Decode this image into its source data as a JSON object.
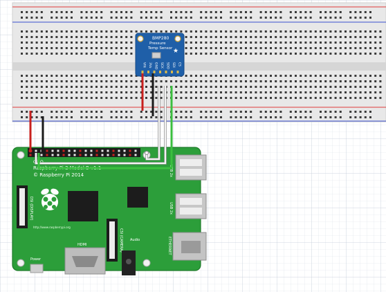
{
  "sensor": {
    "title": "BMP280",
    "subtitle_1": "Pressure",
    "subtitle_2": "Temp Sensor",
    "pins": [
      "VIN",
      "3Vo",
      "GND",
      "SCK",
      "SDO",
      "SDI",
      "CS"
    ]
  },
  "pi": {
    "model": "Raspberry Pi 2 Model B v1.1",
    "copyright": "© Raspberry Pi 2014",
    "url": "http://www.raspberrypi.org",
    "gpio_label": "GPIO",
    "labels": {
      "hdmi": "HDMI",
      "power": "Power",
      "audio": "Audio",
      "ethernet": "ETHERNET",
      "usb1": "USB 2x",
      "usb2": "USB 2x",
      "dsi": "DSI (DISPLAY)",
      "csi": "CSI (CAMERA)"
    }
  },
  "colors": {
    "board": "#2c9e3a",
    "sensor": "#1f5fa8",
    "wire_red": "#c8201e",
    "wire_black": "#1a1a1a",
    "wire_white": "#f4f4f4",
    "wire_green": "#3bbf3f",
    "rail_red": "#e03a3a",
    "rail_blue": "#3a4fd0"
  }
}
